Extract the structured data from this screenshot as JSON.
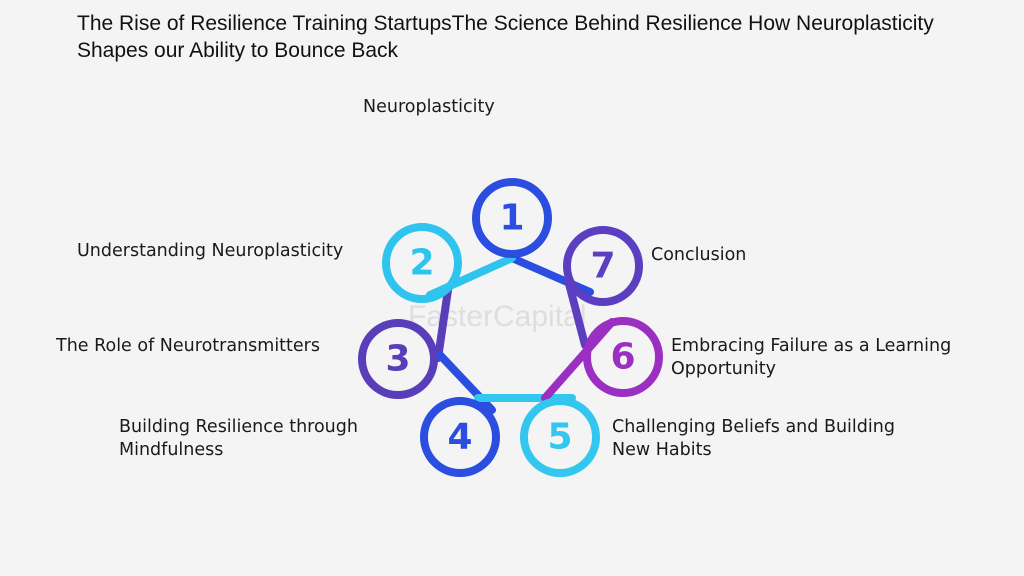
{
  "title": "The Rise of Resilience Training StartupsThe Science Behind Resilience How Neuroplasticity Shapes our Ability to Bounce Back",
  "heading": "Neuroplasticity",
  "watermark": "FasterCapital",
  "steps": [
    {
      "num": "1",
      "label": "",
      "color": "#2b4de0"
    },
    {
      "num": "2",
      "label": "Understanding Neuroplasticity",
      "color": "#2ec4ee"
    },
    {
      "num": "3",
      "label": "The Role of Neurotransmitters",
      "color": "#5a3db8"
    },
    {
      "num": "4",
      "label": "Building Resilience through Mindfulness",
      "color": "#2b4de0"
    },
    {
      "num": "5",
      "label": "Challenging Beliefs and Building New Habits",
      "color": "#33c6ee"
    },
    {
      "num": "6",
      "label": "Embracing Failure as a Learning Opportunity",
      "color": "#9a2fc2"
    },
    {
      "num": "7",
      "label": "Conclusion",
      "color": "#5b3fc0"
    }
  ]
}
